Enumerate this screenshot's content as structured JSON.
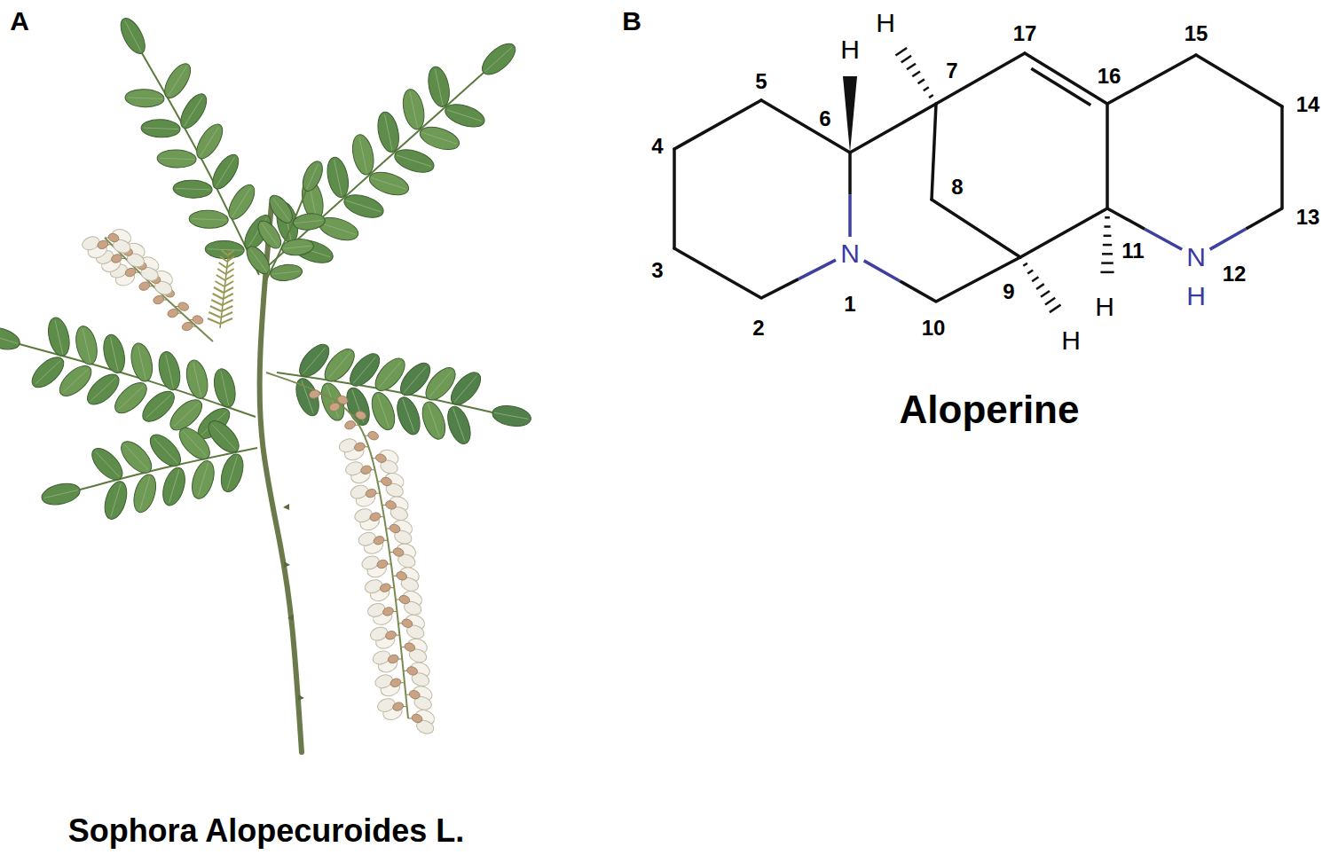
{
  "diagram": {
    "labels": [
      "A",
      "B",
      "H",
      "17",
      "15",
      "H",
      "5",
      "16",
      "14",
      "7",
      "6",
      "4",
      "8",
      "13",
      "N",
      "11",
      "N",
      "3",
      "9",
      "12",
      "H",
      "1",
      "H",
      "2",
      "10",
      "H",
      "Aloperine",
      "Sophora Alopecuroides L."
    ]
  }
}
